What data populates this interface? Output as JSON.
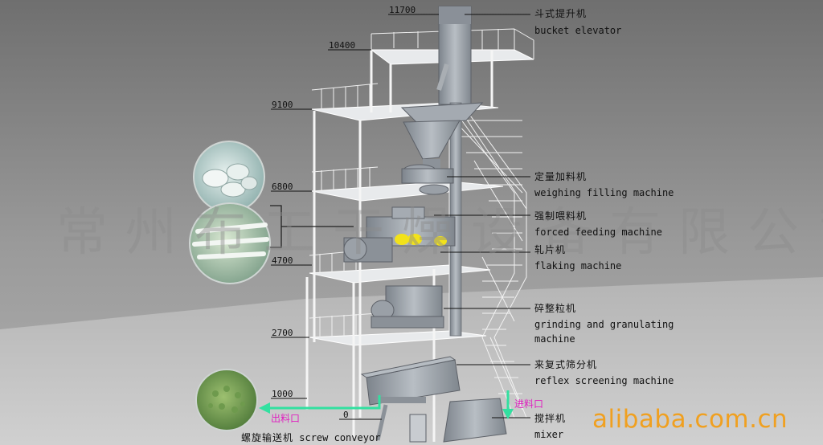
{
  "watermark": "常州布工干燥设备有限公司",
  "brand": "alibaba.com.cn",
  "levels": [
    "11700",
    "10400",
    "9100",
    "6800",
    "4700",
    "2700",
    "1000",
    "0"
  ],
  "components": [
    {
      "cn": "斗式提升机",
      "en": "bucket elevator"
    },
    {
      "cn": "定量加料机",
      "en": "weighing filling machine"
    },
    {
      "cn": "强制喂料机",
      "en": "forced feeding machine"
    },
    {
      "cn": "轧片机",
      "en": "flaking machine"
    },
    {
      "cn": "碎整粒机",
      "en": "grinding and granulating",
      "en2": "machine"
    },
    {
      "cn": "来复式筛分机",
      "en": "reflex screening machine"
    },
    {
      "cn": "搅拌机",
      "en": "mixer"
    }
  ],
  "screw_conveyor": {
    "cn": "螺旋输送机",
    "en": "screw conveyor"
  },
  "outlet": "出料口",
  "inlet": "进料口",
  "colors": {
    "structure": "#ffffff",
    "machine": "#9aa0a8",
    "arrow": "#32e0a0",
    "port_text": "#e020c0",
    "brand": "#f0a020"
  }
}
